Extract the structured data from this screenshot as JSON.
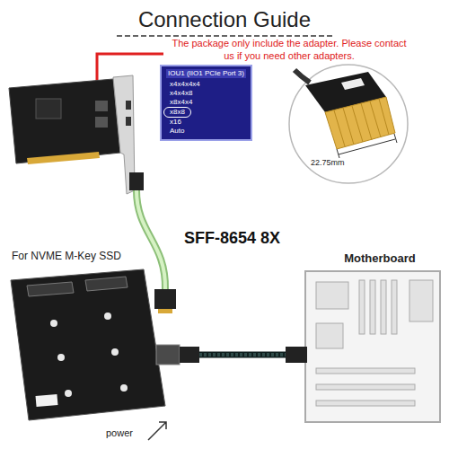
{
  "diagram": {
    "title": "Connection Guide",
    "nodes": [
      {
        "text": [
          "IOU1 (IIO1 PCIe Port 3)",
          "x4x4x4x4",
          "x4x4x8",
          "x8x4x4",
          "x8x8",
          "x16",
          "Auto"
        ]
      },
      {
        "text": [
          "For NVME M-Key SSD"
        ]
      },
      {
        "text": [
          "Motherboard"
        ]
      }
    ],
    "edges": [
      {
        "from": 1,
        "to": 2,
        "arrow": "none"
      }
    ],
    "labels": [
      "The package only include the adapter. Please contact us if you need other adapters.",
      "22.75mm",
      "SFF-8654 8X",
      "power"
    ]
  }
}
